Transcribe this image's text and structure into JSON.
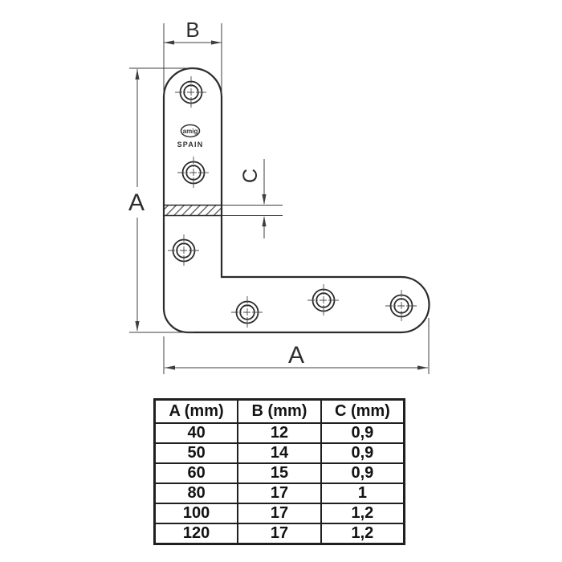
{
  "drawing": {
    "dim_b_label": "B",
    "dim_a_vertical_label": "A",
    "dim_a_horizontal_label": "A",
    "dim_c_label": "C",
    "logo_text": "amig",
    "logo_country": "SPAIN"
  },
  "table": {
    "headers": [
      "A (mm)",
      "B (mm)",
      "C (mm)"
    ],
    "rows": [
      [
        "40",
        "12",
        "0,9"
      ],
      [
        "50",
        "14",
        "0,9"
      ],
      [
        "60",
        "15",
        "0,9"
      ],
      [
        "80",
        "17",
        "1"
      ],
      [
        "100",
        "17",
        "1,2"
      ],
      [
        "120",
        "17",
        "1,2"
      ]
    ]
  },
  "colors": {
    "outline": "#2b2b2b",
    "dimension": "#3f3f3f",
    "centerline": "#4a4a4a",
    "background": "#ffffff"
  }
}
